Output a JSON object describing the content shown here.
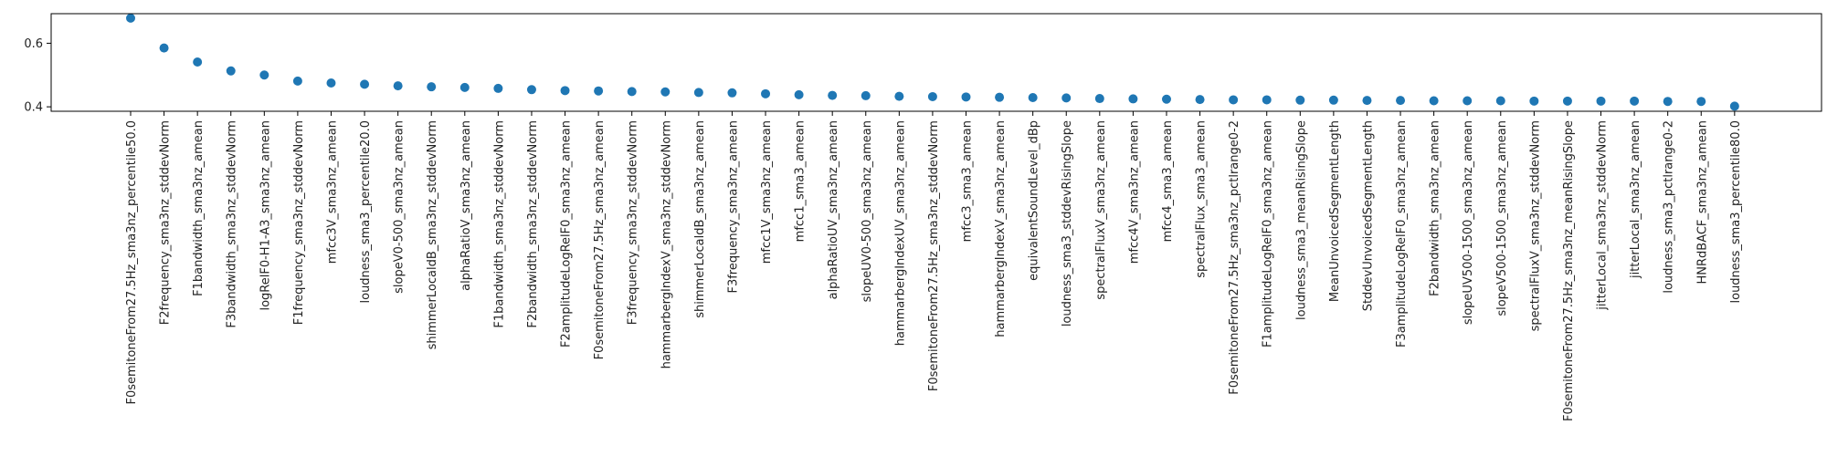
{
  "chart_data": {
    "type": "scatter",
    "title": "",
    "xlabel": "",
    "ylabel": "",
    "ylim": [
      0.386,
      0.693
    ],
    "yticks": [
      0.4,
      0.6
    ],
    "ytick_labels": [
      "0.4",
      "0.6"
    ],
    "grid": false,
    "legend": "none",
    "marker_color": "#1f77b4",
    "categories": [
      "F0semitoneFrom27.5Hz_sma3nz_percentile50.0",
      "F2frequency_sma3nz_stddevNorm",
      "F1bandwidth_sma3nz_amean",
      "F3bandwidth_sma3nz_stddevNorm",
      "logRelF0-H1-A3_sma3nz_amean",
      "F1frequency_sma3nz_stddevNorm",
      "mfcc3V_sma3nz_amean",
      "loudness_sma3_percentile20.0",
      "slopeV0-500_sma3nz_amean",
      "shimmerLocaldB_sma3nz_stddevNorm",
      "alphaRatioV_sma3nz_amean",
      "F1bandwidth_sma3nz_stddevNorm",
      "F2bandwidth_sma3nz_stddevNorm",
      "F2amplitudeLogRelF0_sma3nz_amean",
      "F0semitoneFrom27.5Hz_sma3nz_amean",
      "F3frequency_sma3nz_stddevNorm",
      "hammarbergIndexV_sma3nz_stddevNorm",
      "shimmerLocaldB_sma3nz_amean",
      "F3frequency_sma3nz_amean",
      "mfcc1V_sma3nz_amean",
      "mfcc1_sma3_amean",
      "alphaRatioUV_sma3nz_amean",
      "slopeUV0-500_sma3nz_amean",
      "hammarbergIndexUV_sma3nz_amean",
      "F0semitoneFrom27.5Hz_sma3nz_stddevNorm",
      "mfcc3_sma3_amean",
      "hammarbergIndexV_sma3nz_amean",
      "equivalentSoundLevel_dBp",
      "loudness_sma3_stddevRisingSlope",
      "spectralFluxV_sma3nz_amean",
      "mfcc4V_sma3nz_amean",
      "mfcc4_sma3_amean",
      "spectralFlux_sma3_amean",
      "F0semitoneFrom27.5Hz_sma3nz_pctlrange0-2",
      "F1amplitudeLogRelF0_sma3nz_amean",
      "loudness_sma3_meanRisingSlope",
      "MeanUnvoicedSegmentLength",
      "StddevUnvoicedSegmentLength",
      "F3amplitudeLogRelF0_sma3nz_amean",
      "F2bandwidth_sma3nz_amean",
      "slopeUV500-1500_sma3nz_amean",
      "slopeV500-1500_sma3nz_amean",
      "spectralFluxV_sma3nz_stddevNorm",
      "F0semitoneFrom27.5Hz_sma3nz_meanRisingSlope",
      "jitterLocal_sma3nz_stddevNorm",
      "jitterLocal_sma3nz_amean",
      "loudness_sma3_pctlrange0-2",
      "HNRdBACF_sma3nz_amean",
      "loudness_sma3_percentile80.0"
    ],
    "values": [
      0.679,
      0.585,
      0.541,
      0.513,
      0.5,
      0.481,
      0.475,
      0.471,
      0.466,
      0.463,
      0.461,
      0.458,
      0.454,
      0.451,
      0.45,
      0.448,
      0.447,
      0.445,
      0.444,
      0.441,
      0.438,
      0.436,
      0.435,
      0.433,
      0.432,
      0.431,
      0.43,
      0.429,
      0.428,
      0.426,
      0.425,
      0.424,
      0.423,
      0.422,
      0.422,
      0.421,
      0.421,
      0.42,
      0.42,
      0.419,
      0.419,
      0.419,
      0.418,
      0.418,
      0.418,
      0.418,
      0.417,
      0.417,
      0.402
    ]
  }
}
